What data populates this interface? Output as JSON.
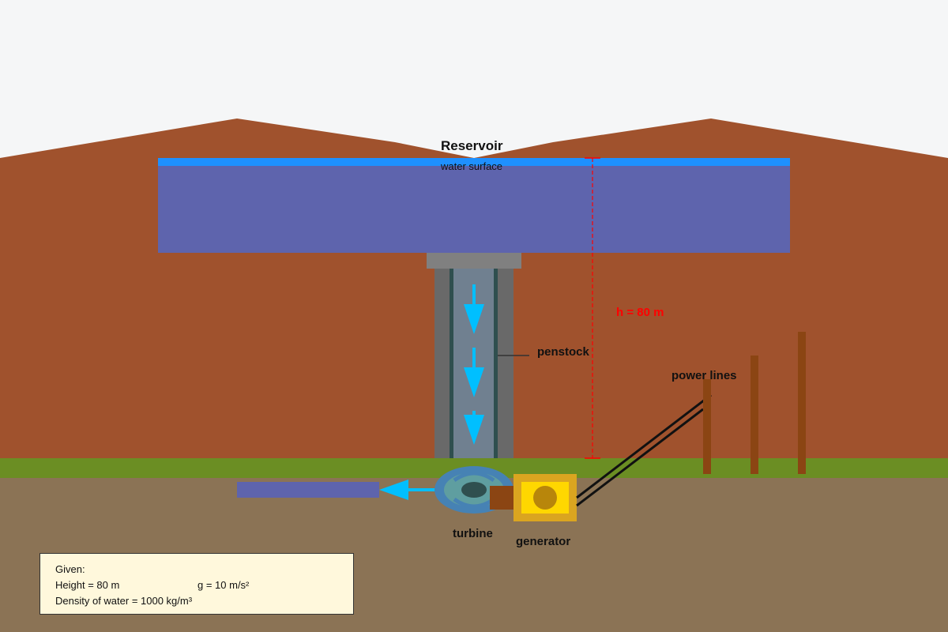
{
  "labels": {
    "reservoir": "Reservoir",
    "water_surface": "water surface",
    "height": "h = 80 m",
    "penstock": "penstock",
    "power_lines": "power lines",
    "turbine": "turbine",
    "generator": "generator"
  },
  "given": {
    "title": "Given:",
    "height": "Height = 80 m",
    "gravity": "g = 10 m/s²",
    "density": "Density of water = 1000 kg/m³"
  },
  "colors": {
    "sky": "#f5f6f7",
    "hill": "#a0522d",
    "water": "#5e64ad",
    "water_surface": "#1e90ff",
    "flow_arrow": "#00bfff",
    "grass": "#6b8e23",
    "ground": "#8b7355",
    "height_marker": "#ff0000",
    "generator": "#ffd700",
    "pole": "#8b4513"
  }
}
